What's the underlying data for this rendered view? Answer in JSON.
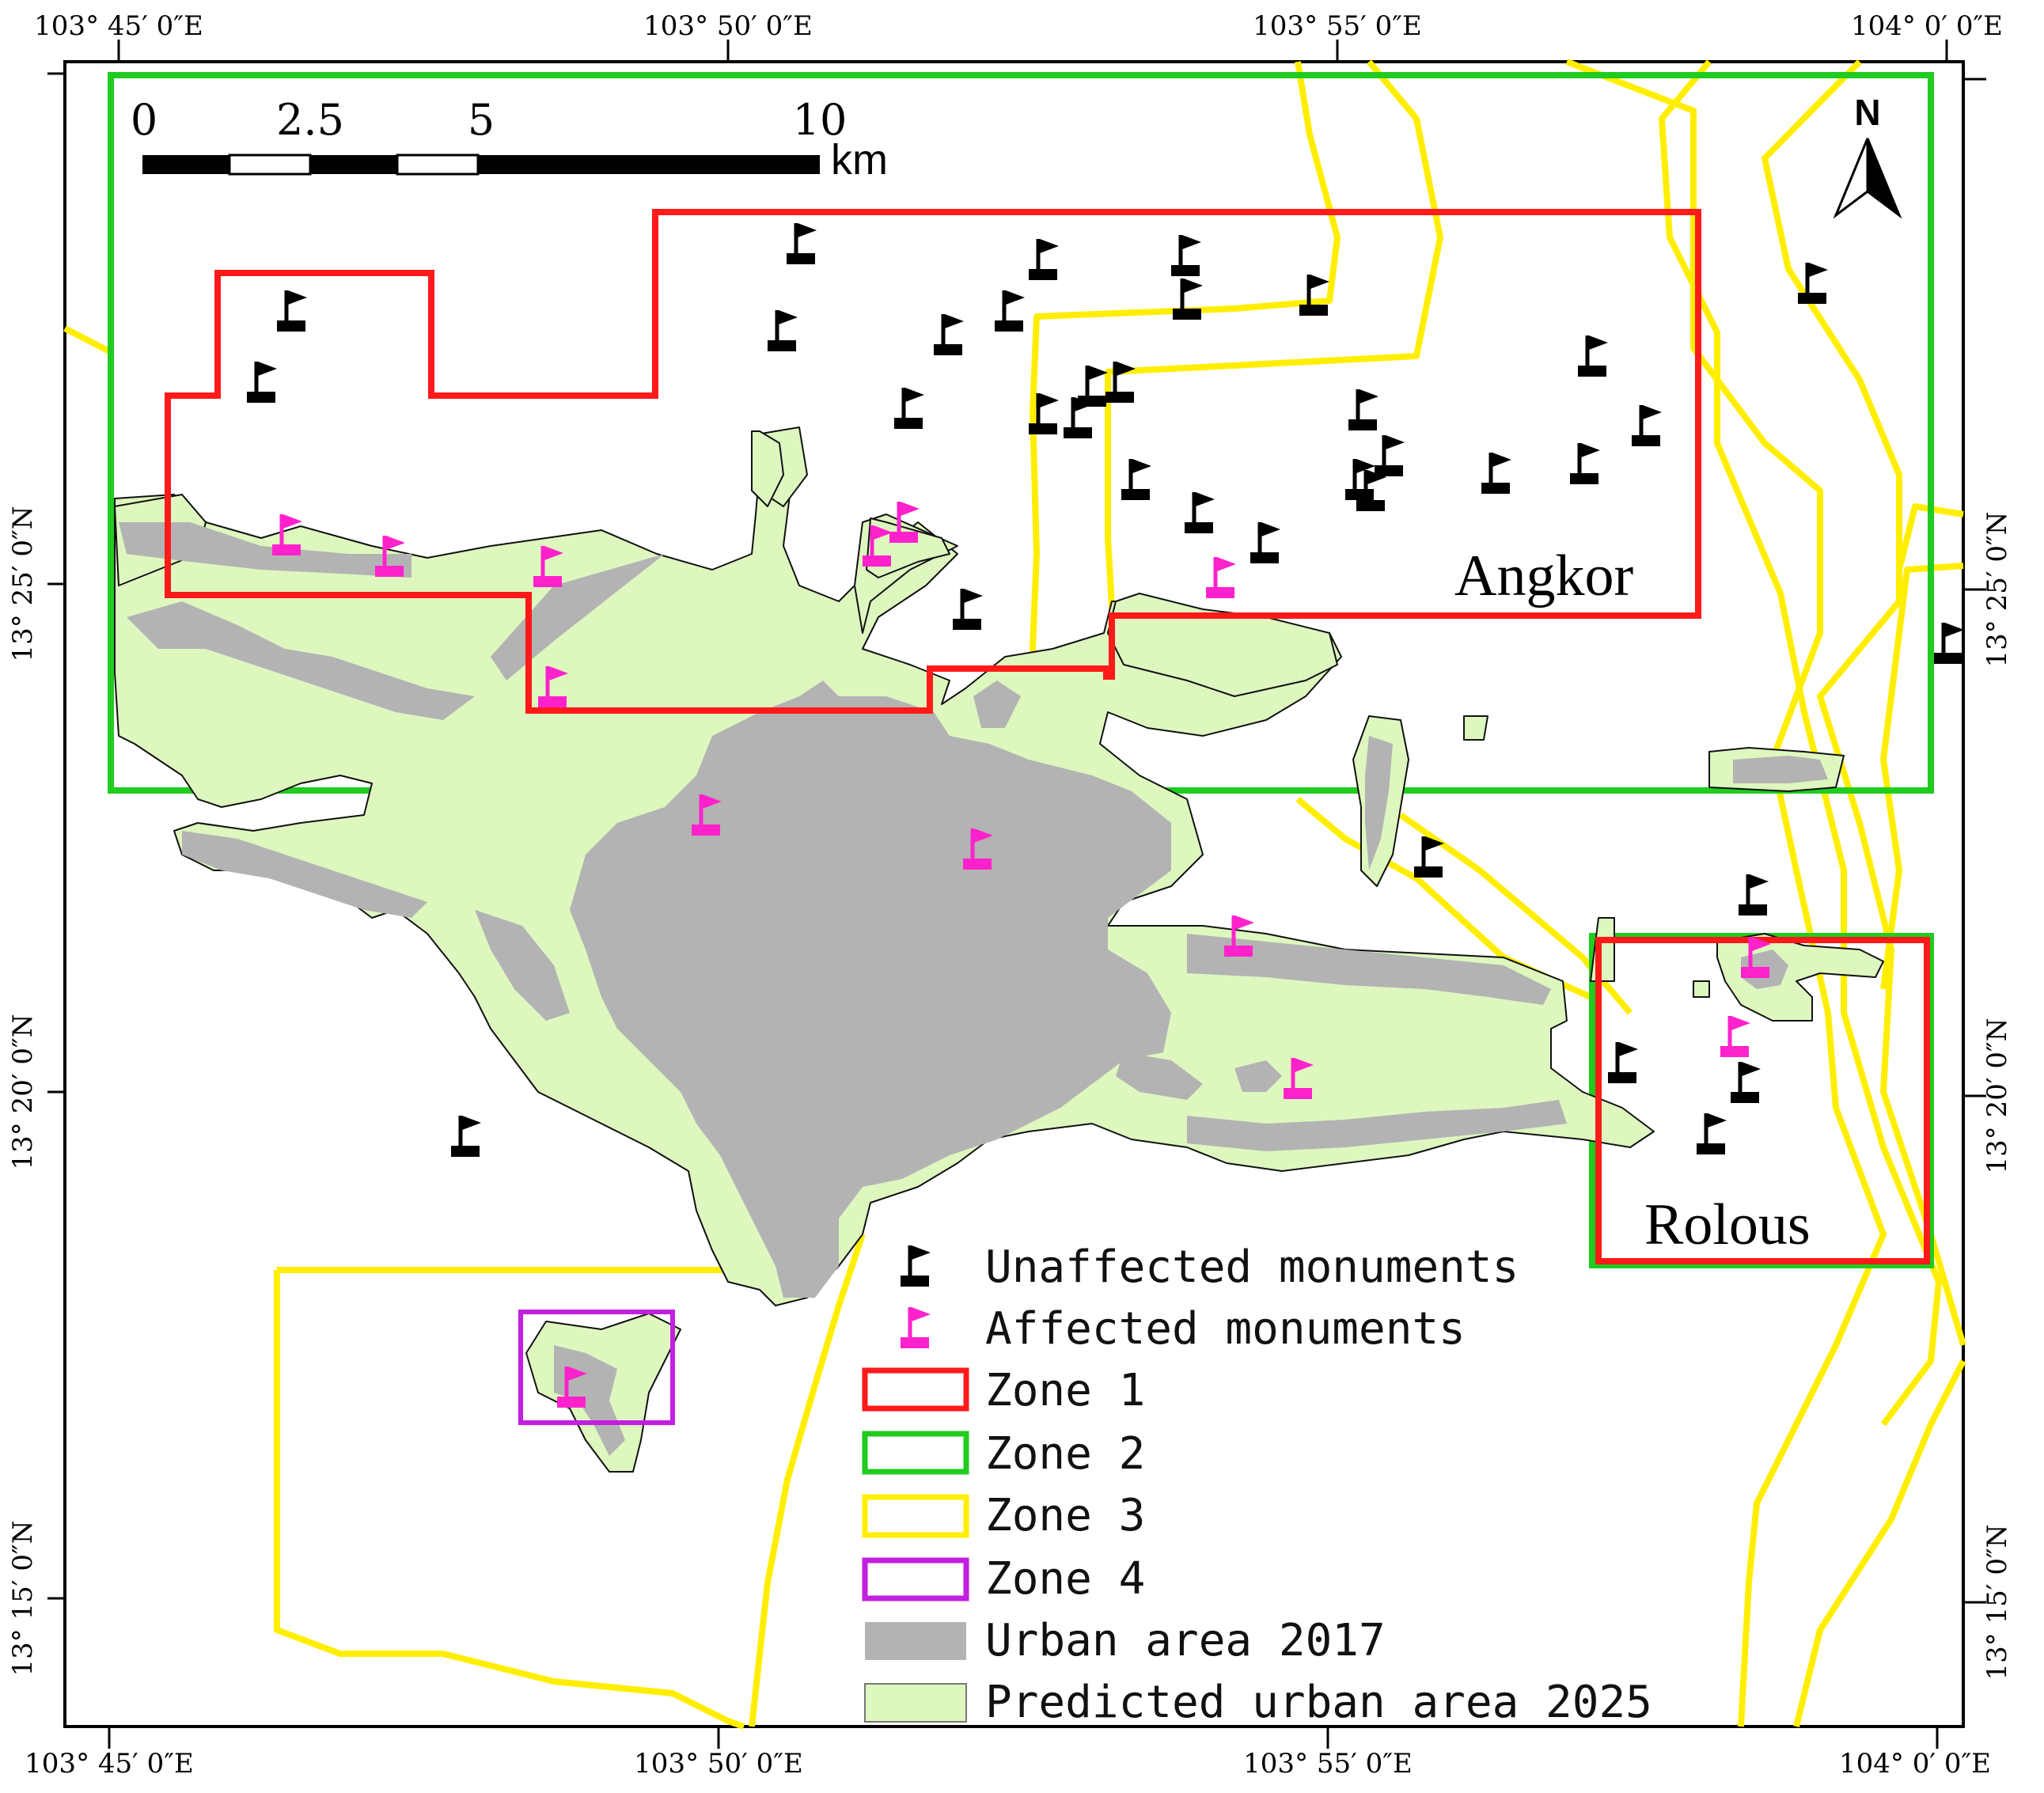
{
  "map": {
    "top_ticks": [
      "103° 45′ 0″E",
      "103° 50′ 0″E",
      "103° 55′ 0″E",
      "104° 0′ 0″E"
    ],
    "bottom_ticks": [
      "103° 45′ 0″E",
      "103° 50′ 0″E",
      "103° 55′ 0″E",
      "104° 0′ 0″E"
    ],
    "left_ticks": [
      "13° 25′ 0″N",
      "13° 20′ 0″N",
      "13° 15′ 0″N"
    ],
    "right_ticks": [
      "13° 25′ 0″N",
      "13° 20′ 0″N",
      "13° 15′ 0″N"
    ],
    "scale_labels": [
      "0",
      "2.5",
      "5",
      "10"
    ],
    "scale_unit": "km",
    "north_label": "N",
    "places": {
      "angkor": "Angkor",
      "rolous": "Rolous"
    }
  },
  "legend": {
    "items": [
      {
        "label": "Unaffected monuments",
        "symbol": "black-flag",
        "color": "#000000"
      },
      {
        "label": "Affected monuments",
        "symbol": "pink-flag",
        "color": "#ff22cc"
      },
      {
        "label": "Zone 1",
        "symbol": "outline",
        "color": "#ff1a1a"
      },
      {
        "label": "Zone 2",
        "symbol": "outline",
        "color": "#1fcc1f"
      },
      {
        "label": "Zone 3",
        "symbol": "outline",
        "color": "#ffee00"
      },
      {
        "label": "Zone 4",
        "symbol": "outline",
        "color": "#c21fe0"
      },
      {
        "label": "Urban area 2017",
        "symbol": "fill",
        "color": "#b3b3b3"
      },
      {
        "label": "Predicted urban area 2025",
        "symbol": "fill",
        "color": "#ddf7bf"
      }
    ]
  },
  "colors": {
    "zone1": "#ff1a1a",
    "zone2": "#1fcc1f",
    "zone3": "#ffee00",
    "zone4": "#c21fe0",
    "urban2017": "#b3b3b3",
    "urban2025": "#ddf7bf",
    "affected": "#ff22cc",
    "unaffected": "#000000"
  }
}
